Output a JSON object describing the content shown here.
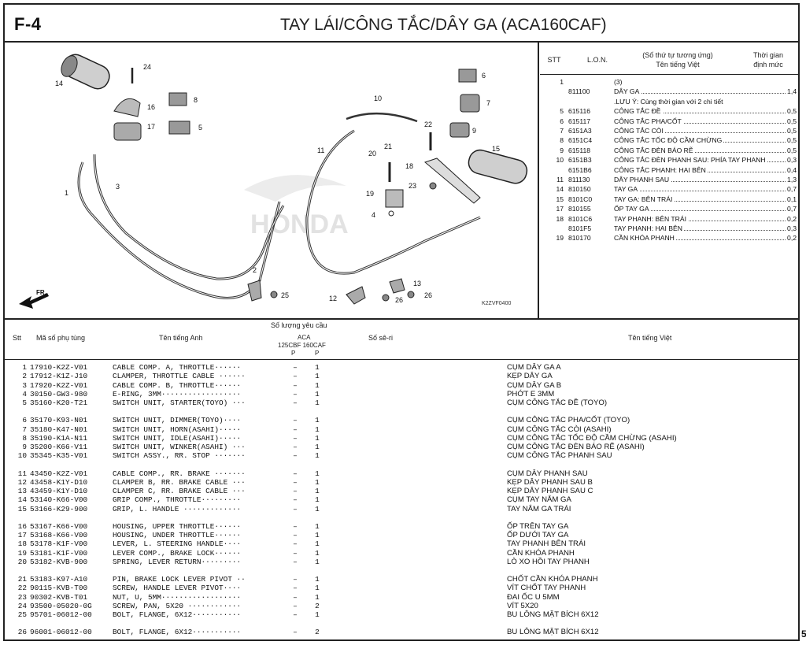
{
  "header": {
    "code": "F-4",
    "title": "TAY LÁI/CÔNG TẮC/DÂY GA (ACA160CAF)"
  },
  "diagram": {
    "figure_code": "K2ZVF0400",
    "fr_label": "FR.",
    "watermark": "HONDA",
    "callouts": [
      "1",
      "2",
      "3",
      "4",
      "5",
      "6",
      "7",
      "8",
      "9",
      "10",
      "11",
      "12",
      "13",
      "14",
      "15",
      "16",
      "17",
      "18",
      "19",
      "20",
      "21",
      "22",
      "23",
      "24",
      "25",
      "26",
      "26"
    ]
  },
  "lon_table": {
    "headers": {
      "stt": "STT",
      "lon": "L.O.N.",
      "ref": "(Số thứ tự tương ứng)",
      "name": "Tên tiếng Việt",
      "time1": "Thời gian",
      "time2": "định mức"
    },
    "rows": [
      {
        "stt": "1",
        "lon": "",
        "name": "(3)",
        "val": ""
      },
      {
        "stt": "",
        "lon": "811100",
        "name": "DÂY GA",
        "val": "1,4"
      },
      {
        "stt": "",
        "lon": "",
        "name": ".LƯU Ý: Cùng thời gian với 2 chi tiết",
        "val": ""
      },
      {
        "stt": "5",
        "lon": "615116",
        "name": "CÔNG TẮC ĐỀ",
        "val": "0,5"
      },
      {
        "stt": "6",
        "lon": "615117",
        "name": "CÔNG TẮC PHA/CỐT",
        "val": "0,5"
      },
      {
        "stt": "7",
        "lon": "6151A3",
        "name": "CÔNG TẮC CÒI",
        "val": "0,5"
      },
      {
        "stt": "8",
        "lon": "6151C4",
        "name": "CÔNG TẮC TỐC ĐỘ CẦM CHỪNG",
        "val": "0,5"
      },
      {
        "stt": "9",
        "lon": "615118",
        "name": "CÔNG TẮC ĐÈN BÁO RẼ",
        "val": "0,5"
      },
      {
        "stt": "10",
        "lon": "6151B3",
        "name": "CÔNG TẮC ĐÈN PHANH SAU: PHÍA TAY PHANH",
        "val": "0,3"
      },
      {
        "stt": "",
        "lon": "6151B6",
        "name": "CÔNG TẮC PHANH: HAI BÊN",
        "val": "0,4"
      },
      {
        "stt": "11",
        "lon": "811130",
        "name": "DÂY PHANH SAU",
        "val": "1,3"
      },
      {
        "stt": "14",
        "lon": "810150",
        "name": "TAY GA",
        "val": "0,7"
      },
      {
        "stt": "15",
        "lon": "8101C0",
        "name": "TAY GA: BÊN TRÁI",
        "val": "0,1"
      },
      {
        "stt": "17",
        "lon": "810155",
        "name": "ỐP TAY GA",
        "val": "0,7"
      },
      {
        "stt": "18",
        "lon": "8101C6",
        "name": "TAY PHANH: BÊN TRÁI",
        "val": "0,2"
      },
      {
        "stt": "",
        "lon": "8101F5",
        "name": "TAY PHANH: HAI BÊN",
        "val": "0,3"
      },
      {
        "stt": "19",
        "lon": "810170",
        "name": "CẦN KHÓA PHANH",
        "val": "0,2"
      }
    ]
  },
  "parts_table": {
    "headers": {
      "stt": "Stt",
      "part_no": "Mã số phụ tùng",
      "en": "Tên tiếng Anh",
      "qty": "Số lượng yêu cầu",
      "model": "ACA",
      "variants": "125CBF 160CAF",
      "p1": "P",
      "p2": "P",
      "serial": "Số sê-ri",
      "vn": "Tên tiếng Việt"
    },
    "rows": [
      {
        "no": "1",
        "part": "17910-K2Z-V01",
        "en": "CABLE COMP. A, THROTTLE······",
        "q1": "–",
        "q2": "1",
        "vn": "CỤM DÂY GA A"
      },
      {
        "no": "2",
        "part": "17912-K1Z-J10",
        "en": "CLAMPER, THROTTLE CABLE ······",
        "q1": "–",
        "q2": "1",
        "vn": "KẸP DÂY GA"
      },
      {
        "no": "3",
        "part": "17920-K2Z-V01",
        "en": "CABLE COMP. B, THROTTLE······",
        "q1": "–",
        "q2": "1",
        "vn": "CỤM DÂY GA B"
      },
      {
        "no": "4",
        "part": "30150-GW3-980",
        "en": "E-RING, 3MM··················",
        "q1": "–",
        "q2": "1",
        "vn": "PHỚT E 3MM"
      },
      {
        "no": "5",
        "part": "35160-K20-T21",
        "en": "SWITCH UNIT, STARTER(TOYO) ···",
        "q1": "–",
        "q2": "1",
        "vn": "CỤM CÔNG TẮC ĐỀ (TOYO)"
      },
      {
        "no": "6",
        "part": "35170-K93-N01",
        "en": "SWITCH UNIT, DIMMER(TOYO)····",
        "q1": "–",
        "q2": "1",
        "vn": "CỤM CÔNG TẮC PHA/CỐT (TOYO)"
      },
      {
        "no": "7",
        "part": "35180-K47-N01",
        "en": "SWITCH UNIT, HORN(ASAHI)·····",
        "q1": "–",
        "q2": "1",
        "vn": "CỤM CÔNG TẮC CÒI (ASAHI)"
      },
      {
        "no": "8",
        "part": "35190-K1A-N11",
        "en": "SWITCH UNIT, IDLE(ASAHI)·····",
        "q1": "–",
        "q2": "1",
        "vn": "CỤM CÔNG TẮC TỐC ĐỘ CẦM CHỪNG (ASAHI)"
      },
      {
        "no": "9",
        "part": "35200-K66-V11",
        "en": "SWITCH UNIT, WINKER(ASAHI) ···",
        "q1": "–",
        "q2": "1",
        "vn": "CỤM CÔNG TẮC ĐÈN BÁO RẼ (ASAHI)"
      },
      {
        "no": "10",
        "part": "35345-K35-V01",
        "en": "SWITCH ASSY., RR. STOP ·······",
        "q1": "–",
        "q2": "1",
        "vn": "CỤM CÔNG TẮC PHANH SAU"
      },
      {
        "no": "11",
        "part": "43450-K2Z-V01",
        "en": "CABLE COMP., RR. BRAKE ·······",
        "q1": "–",
        "q2": "1",
        "vn": "CỤM DÂY PHANH SAU"
      },
      {
        "no": "12",
        "part": "43458-K1Y-D10",
        "en": "CLAMPER B, RR. BRAKE CABLE ···",
        "q1": "–",
        "q2": "1",
        "vn": "KẸP DÂY PHANH SAU B"
      },
      {
        "no": "13",
        "part": "43459-K1Y-D10",
        "en": "CLAMPER C, RR. BRAKE CABLE ···",
        "q1": "–",
        "q2": "1",
        "vn": "KẸP DÂY PHANH SAU C"
      },
      {
        "no": "14",
        "part": "53140-K66-V00",
        "en": "GRIP COMP., THROTTLE·········",
        "q1": "–",
        "q2": "1",
        "vn": "CỤM TAY NẮM GA"
      },
      {
        "no": "15",
        "part": "53166-K29-900",
        "en": "GRIP, L. HANDLE ·············",
        "q1": "–",
        "q2": "1",
        "vn": "TAY NẮM GA TRÁI"
      },
      {
        "no": "16",
        "part": "53167-K66-V00",
        "en": "HOUSING, UPPER THROTTLE······",
        "q1": "–",
        "q2": "1",
        "vn": "ỐP TRÊN TAY GA"
      },
      {
        "no": "17",
        "part": "53168-K66-V00",
        "en": "HOUSING, UNDER THROTTLE······",
        "q1": "–",
        "q2": "1",
        "vn": "ỐP DƯỚI TAY GA"
      },
      {
        "no": "18",
        "part": "53178-K1F-V00",
        "en": "LEVER, L. STEERING HANDLE····",
        "q1": "–",
        "q2": "1",
        "vn": "TAY PHANH BÊN TRÁI"
      },
      {
        "no": "19",
        "part": "53181-K1F-V00",
        "en": "LEVER COMP., BRAKE LOCK······",
        "q1": "–",
        "q2": "1",
        "vn": "CẦN KHÓA PHANH"
      },
      {
        "no": "20",
        "part": "53182-KVB-900",
        "en": "SPRING, LEVER RETURN·········",
        "q1": "–",
        "q2": "1",
        "vn": "LÒ XO HỒI TAY PHANH"
      },
      {
        "no": "21",
        "part": "53183-K97-A10",
        "en": "PIN, BRAKE LOCK LEVER PIVOT ··",
        "q1": "–",
        "q2": "1",
        "vn": "CHỐT CẦN KHÓA PHANH"
      },
      {
        "no": "22",
        "part": "90115-KVB-T00",
        "en": "SCREW, HANDLE LEVER PIVOT····",
        "q1": "–",
        "q2": "1",
        "vn": "VÍT CHỐT TAY PHANH"
      },
      {
        "no": "23",
        "part": "90302-KVB-T01",
        "en": "NUT, U, 5MM··················",
        "q1": "–",
        "q2": "1",
        "vn": "ĐAI ỐC U 5MM"
      },
      {
        "no": "24",
        "part": "93500-05020-0G",
        "en": "SCREW, PAN, 5X20 ············",
        "q1": "–",
        "q2": "2",
        "vn": "VÍT 5X20"
      },
      {
        "no": "25",
        "part": "95701-06012-00",
        "en": "BOLT, FLANGE, 6X12···········",
        "q1": "–",
        "q2": "1",
        "vn": "BU LÔNG MẶT BÍCH 6X12"
      },
      {
        "no": "26",
        "part": "96001-06012-00",
        "en": "BOLT, FLANGE, 6X12···········",
        "q1": "–",
        "q2": "2",
        "vn": "BU LÔNG MẶT BÍCH 6X12"
      }
    ]
  },
  "page_mark": "5"
}
